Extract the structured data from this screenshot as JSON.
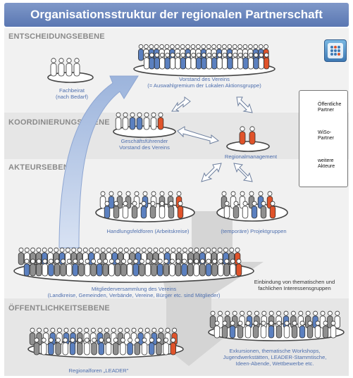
{
  "title": "Organisationsstruktur der regionalen Partnerschaft",
  "levels": {
    "entscheidung": "ENTSCHEIDUNGSEBENE",
    "koordinierung": "KOORDINIERUNGSEBENE",
    "akteur": "AKTEURSEBENE",
    "oeffentlichkeit": "ÖFFENTLICHKEITSEBENE"
  },
  "groups": {
    "fachbeirat": [
      "Fachbeirat",
      "(nach Bedarf)"
    ],
    "vorstand": [
      "Vorstand des Vereins",
      "(= Auswahlgremium der Lokalen Aktionsgruppe)"
    ],
    "geschaeftsfuehrender": [
      "Geschäftsführender",
      "Vorstand des Vereins"
    ],
    "regionalmanagement": [
      "Regionalmanagement"
    ],
    "handlungsfeldforen": [
      "Handlungsfeldforen (Arbeitskreise)"
    ],
    "projektgruppen": [
      "(temporäre) Projektgruppen"
    ],
    "mitgliederversammlung": [
      "Mitgliederversammlung des Vereins",
      "(Landkreise, Gemeinden, Verbände, Vereine, Bürger etc. sind Mitglieder)"
    ],
    "einbindung": [
      "Einbindung von thematischen und",
      "fachlichen Interessensgruppen"
    ],
    "regionalforen": [
      "Regionalforen „LEADER\""
    ],
    "exkursionen": [
      "Exkursionen, thematische Workshops,",
      "Jugendwerkstätten, LEADER-Stammtische,",
      "Ideen-Abende, Wettbewerbe etc."
    ]
  },
  "legend": {
    "oeffentliche": [
      "Öffentliche",
      "Partner"
    ],
    "wiso": [
      "WiSo-",
      "Partner"
    ],
    "weitere": [
      "weitere",
      "Akteure"
    ]
  },
  "colors": {
    "banner": "#6a86bd",
    "band": "#f0f0f0",
    "caption": "#4e6fae",
    "public_partner": "#5b80c0",
    "wiso_partner": "#ffffff",
    "other_actor": "#8f8f8f",
    "regional_management": "#e0532a"
  },
  "icons": [
    "double-arrow-icon",
    "curved-arrow-icon",
    "logo-icon",
    "person-icon"
  ]
}
